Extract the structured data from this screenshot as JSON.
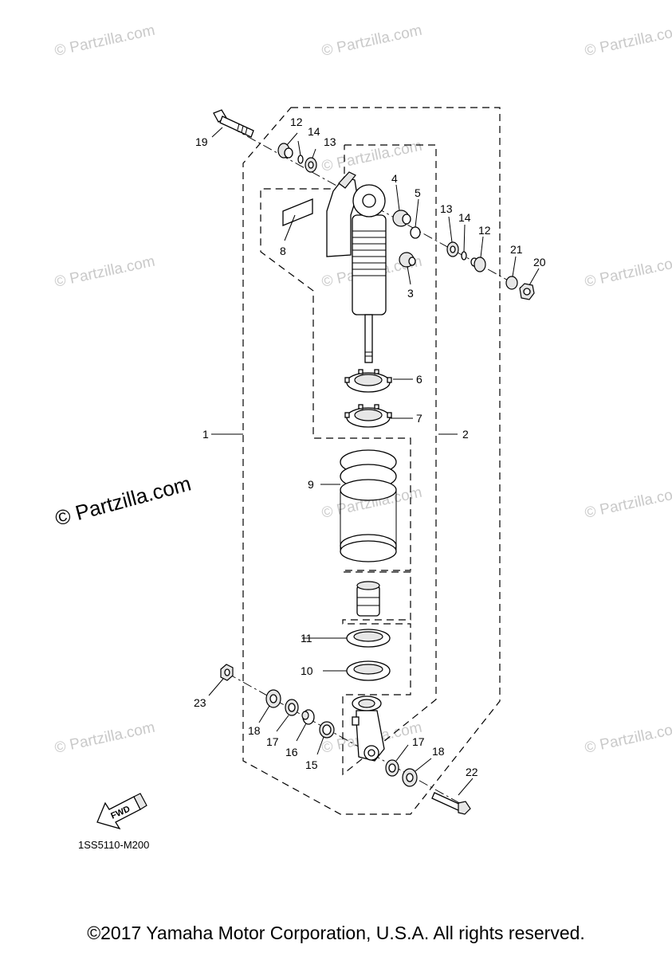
{
  "watermarks": [
    "© Partzilla.com",
    "© Partzilla.com",
    "© Partzilla.com",
    "© Partzilla.com",
    "© Partzilla.com",
    "© Partzilla.com",
    "© Partzilla.com",
    "© Partzilla.com",
    "© Partzilla.com",
    "© Partzilla.com",
    "© Partzilla.com",
    "© Partzilla.com"
  ],
  "main_watermark": "© Partzilla.com",
  "callouts": {
    "c1": "1",
    "c2": "2",
    "c3": "3",
    "c4": "4",
    "c5": "5",
    "c6": "6",
    "c7": "7",
    "c8": "8",
    "c9": "9",
    "c10": "10",
    "c11": "11",
    "c12a": "12",
    "c12b": "12",
    "c13a": "13",
    "c13b": "13",
    "c14a": "14",
    "c14b": "14",
    "c15": "15",
    "c16": "16",
    "c17a": "17",
    "c17b": "17",
    "c18a": "18",
    "c18b": "18",
    "c19": "19",
    "c20": "20",
    "c21": "21",
    "c22": "22",
    "c23": "23"
  },
  "fwd_label": "FWD",
  "diagram_code": "1SS5110-M200",
  "copyright": "©2017 Yamaha Motor Corporation, U.S.A. All rights reserved.",
  "colors": {
    "line": "#000000",
    "watermark": "#c9c9c9",
    "background": "#ffffff"
  }
}
